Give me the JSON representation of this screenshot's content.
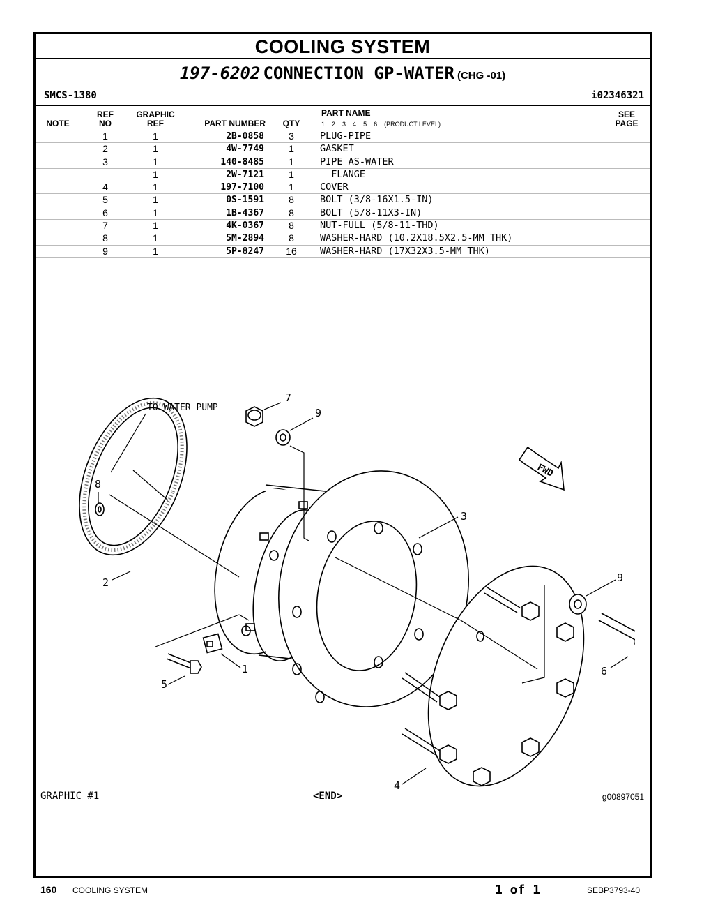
{
  "header": {
    "title": "COOLING SYSTEM",
    "group_number": "197-6202",
    "group_name": "CONNECTION GP-WATER",
    "change": "(CHG -01)",
    "smcs": "SMCS-1380",
    "ident": "i02346321"
  },
  "table": {
    "columns": {
      "note": "NOTE",
      "ref_no_1": "REF",
      "ref_no_2": "NO",
      "graphic_ref_1": "GRAPHIC",
      "graphic_ref_2": "REF",
      "part_number": "PART NUMBER",
      "qty": "QTY",
      "part_name": "PART NAME",
      "product_level": "(PRODUCT LEVEL)",
      "see_page_1": "SEE",
      "see_page_2": "PAGE"
    },
    "levels": [
      "1",
      "2",
      "3",
      "4",
      "5",
      "6"
    ],
    "rows": [
      {
        "ref": "1",
        "gref": "1",
        "part": "2B-0858",
        "qty": "3",
        "name": "PLUG-PIPE"
      },
      {
        "ref": "2",
        "gref": "1",
        "part": "4W-7749",
        "qty": "1",
        "name": "GASKET"
      },
      {
        "ref": "3",
        "gref": "1",
        "part": "140-8485",
        "qty": "1",
        "name": "PIPE AS-WATER"
      },
      {
        "ref": "",
        "gref": "1",
        "part": "2W-7121",
        "qty": "1",
        "name": "  FLANGE"
      },
      {
        "ref": "4",
        "gref": "1",
        "part": "197-7100",
        "qty": "1",
        "name": "COVER"
      },
      {
        "ref": "5",
        "gref": "1",
        "part": "0S-1591",
        "qty": "8",
        "name": "BOLT (3/8-16X1.5-IN)"
      },
      {
        "ref": "6",
        "gref": "1",
        "part": "1B-4367",
        "qty": "8",
        "name": "BOLT (5/8-11X3-IN)"
      },
      {
        "ref": "7",
        "gref": "1",
        "part": "4K-0367",
        "qty": "8",
        "name": "NUT-FULL (5/8-11-THD)"
      },
      {
        "ref": "8",
        "gref": "1",
        "part": "5M-2894",
        "qty": "8",
        "name": "WASHER-HARD (10.2X18.5X2.5-MM THK)"
      },
      {
        "ref": "9",
        "gref": "1",
        "part": "5P-8247",
        "qty": "16",
        "name": "WASHER-HARD (17X32X3.5-MM THK)"
      }
    ]
  },
  "illustration": {
    "caption_water_pump": "TO WATER PUMP",
    "fwd_label": "FWD",
    "callouts": {
      "c1": "1",
      "c2": "2",
      "c3": "3",
      "c4": "4",
      "c5": "5",
      "c6": "6",
      "c7": "7",
      "c8": "8",
      "c9a": "9",
      "c9b": "9"
    }
  },
  "footer_notes": {
    "graphic": "GRAPHIC #1",
    "end": "<END>",
    "graphic_id": "g00897051"
  },
  "page_footer": {
    "page_number": "160",
    "section": "COOLING SYSTEM",
    "page_of": "1 of 1",
    "doc_number": "SEBP3793-40"
  }
}
